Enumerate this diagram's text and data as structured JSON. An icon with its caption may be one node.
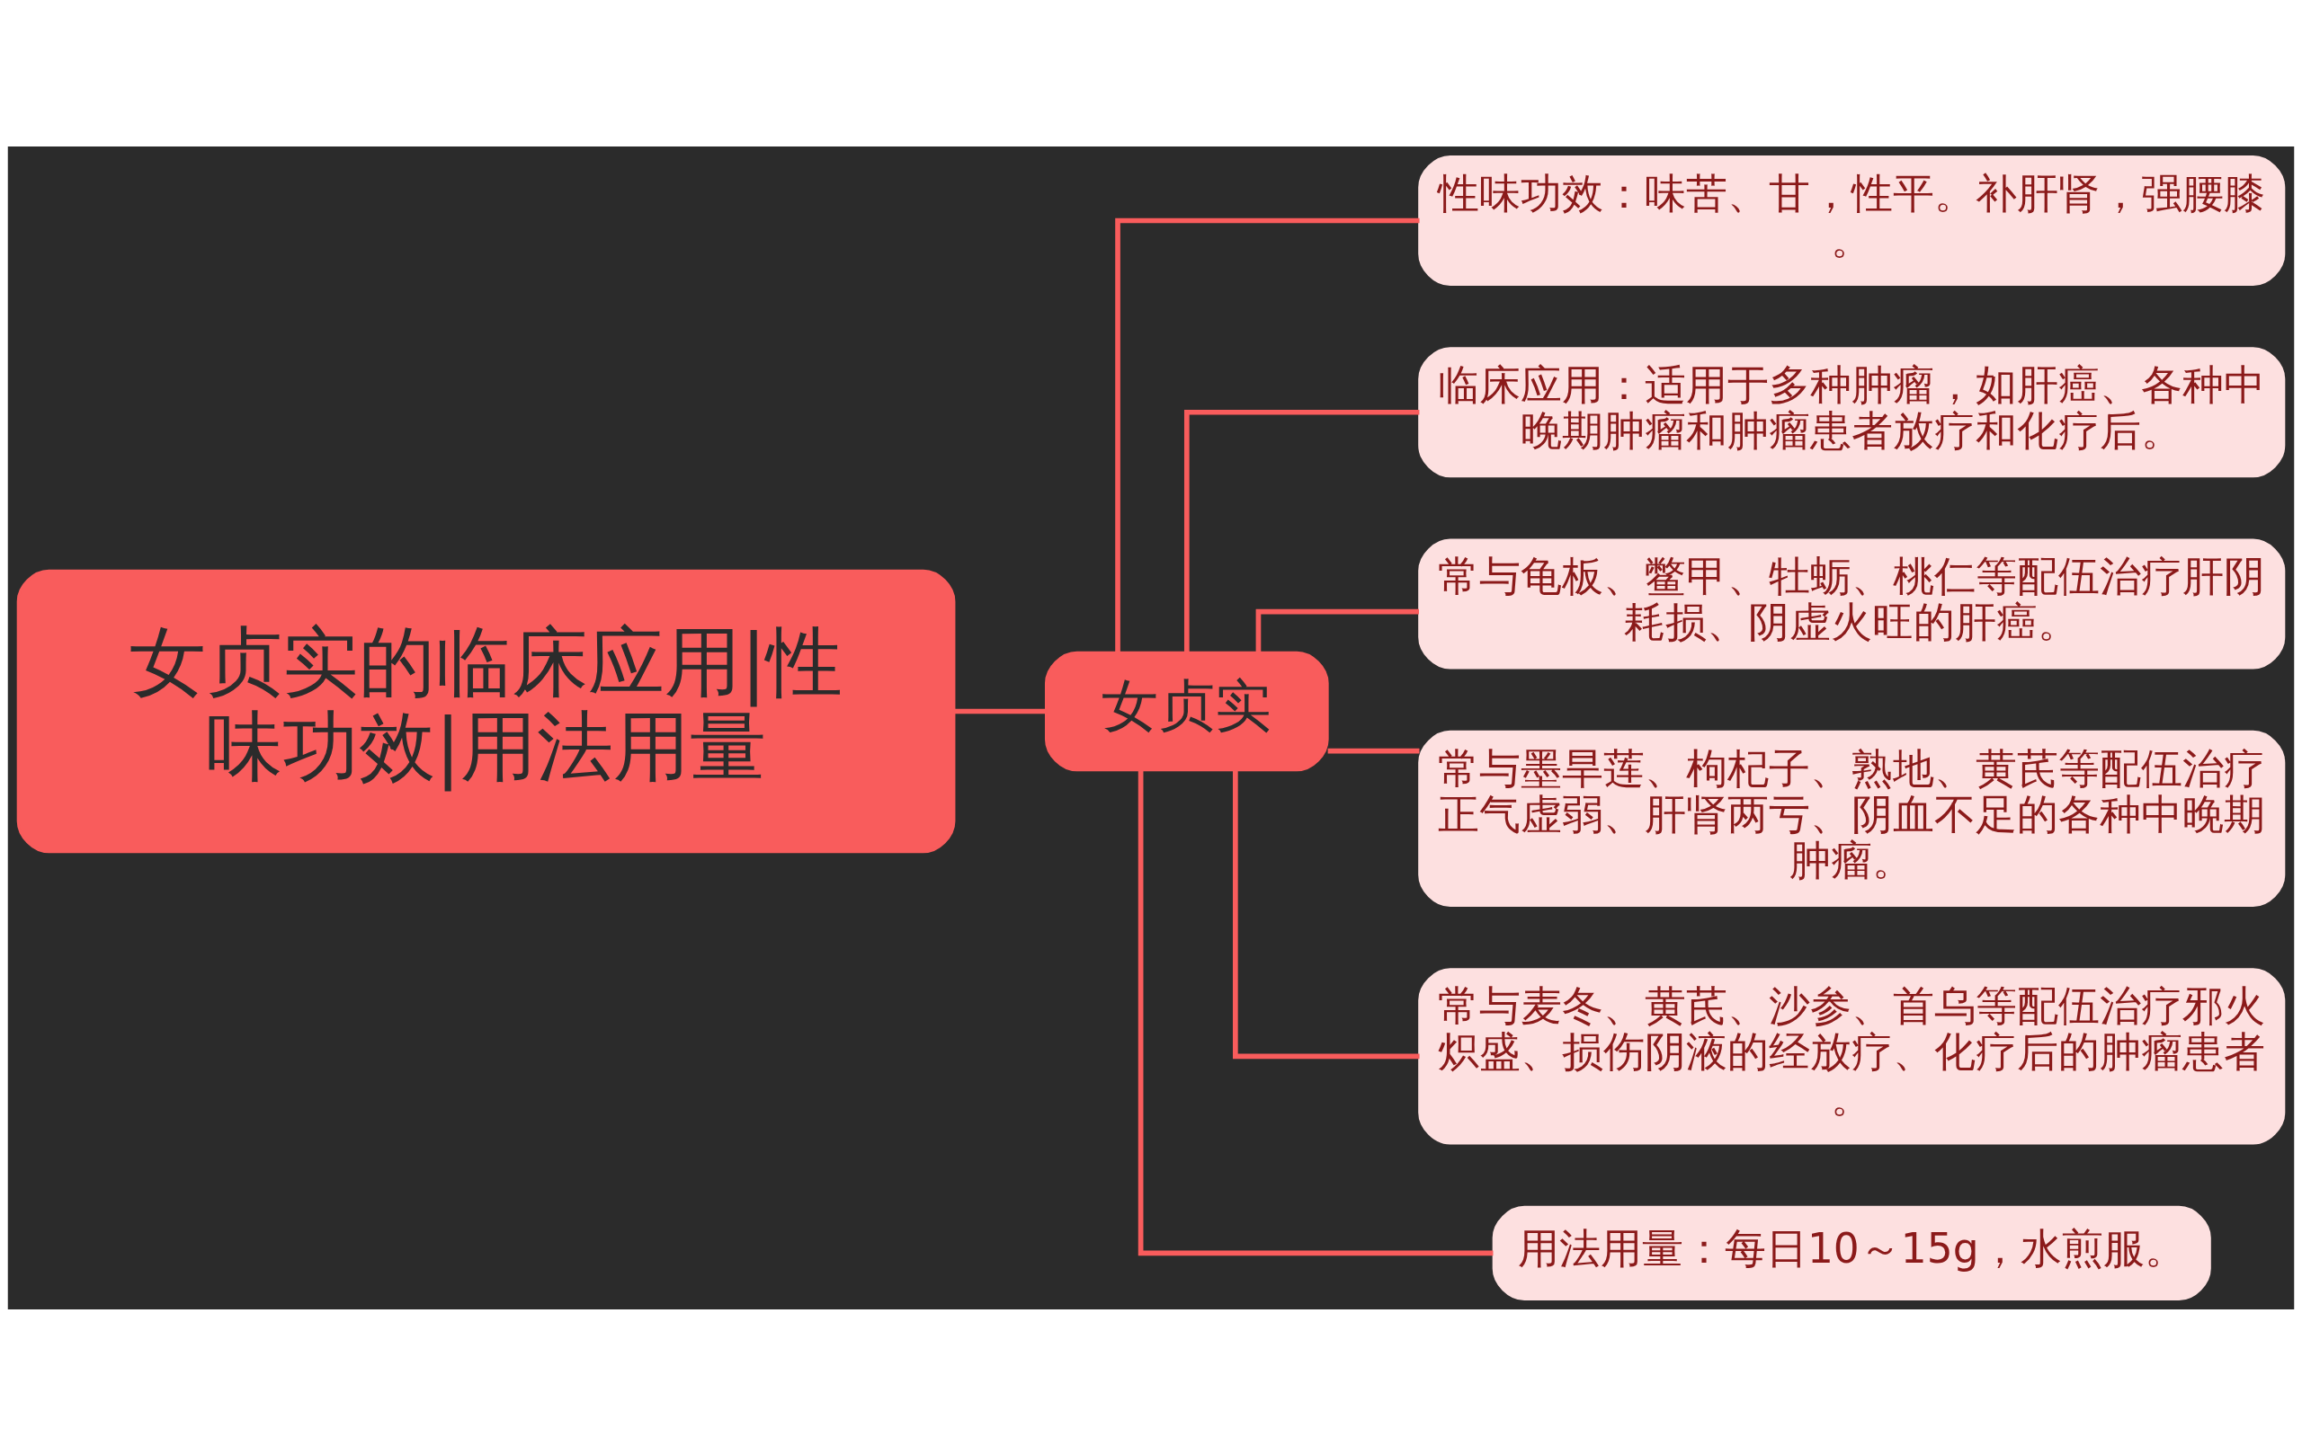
{
  "diagram": {
    "nodes": [
      {
        "text": [
          "女贞实的临床应用|性味功效|用法用量"
        ]
      },
      {
        "text": [
          "女贞实"
        ]
      },
      {
        "text": [
          "性味功效：味苦、甘，性平。补肝肾，强腰膝。"
        ]
      },
      {
        "text": [
          "临床应用：适用于多种肿瘤，如肝癌、各种中晚期肿瘤和肿瘤患者放疗和化疗后。"
        ]
      },
      {
        "text": [
          "常与龟板、鳖甲、牡蛎、桃仁等配伍治疗肝阴耗损、阴虚火旺的肝癌。"
        ]
      },
      {
        "text": [
          "常与墨旱莲、枸杞子、熟地、黄芪等配伍治疗正气虚弱、肝肾两亏、阴血不足的各种中晚期肿瘤。"
        ]
      },
      {
        "text": [
          "常与麦冬、黄芪、沙参、首乌等配伍治疗邪火炽盛、损伤阴液的经放疗、化疗后的肿瘤患者。"
        ]
      },
      {
        "text": [
          "用法用量：每日10～15g，水煎服。"
        ]
      }
    ],
    "edges": [
      {
        "from": 0,
        "to": 1,
        "arrow": "none"
      },
      {
        "from": 1,
        "to": 2,
        "arrow": "none"
      },
      {
        "from": 1,
        "to": 3,
        "arrow": "none"
      },
      {
        "from": 1,
        "to": 4,
        "arrow": "none"
      },
      {
        "from": 1,
        "to": 5,
        "arrow": "none"
      },
      {
        "from": 1,
        "to": 6,
        "arrow": "none"
      },
      {
        "from": 1,
        "to": 7,
        "arrow": "none"
      }
    ]
  }
}
